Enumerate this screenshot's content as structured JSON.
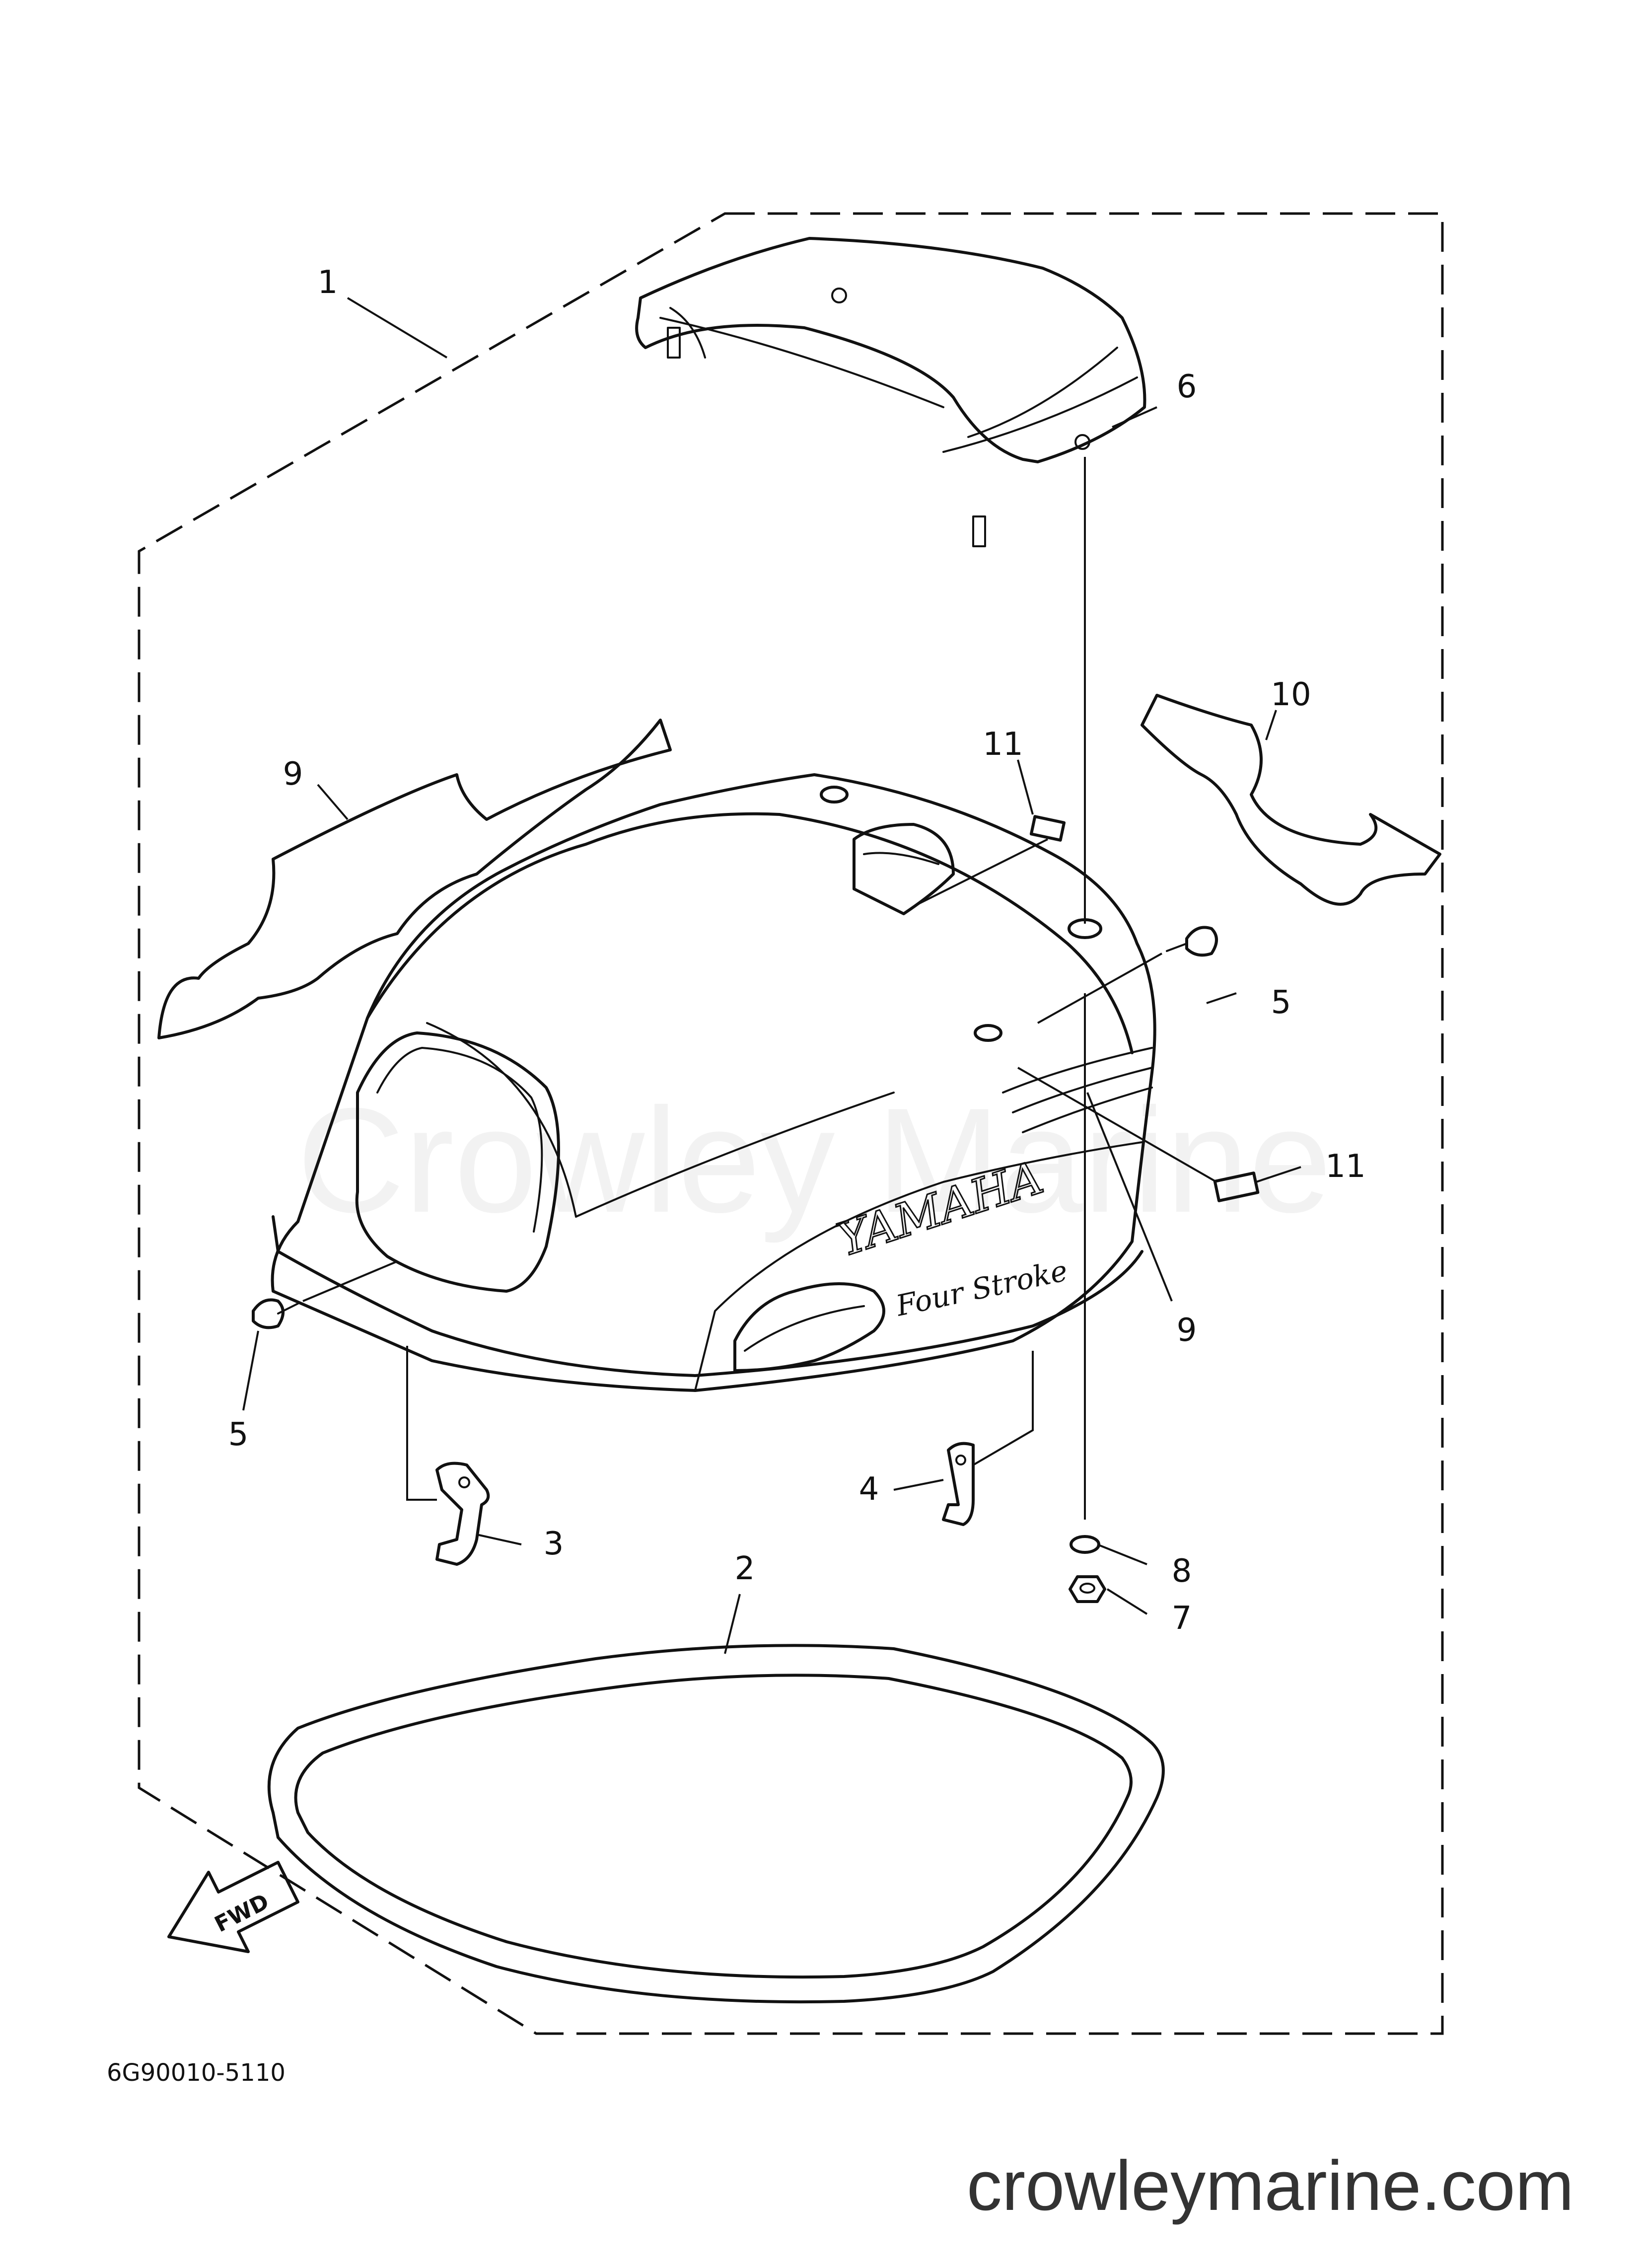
{
  "diagram": {
    "part_code": "6G90010-5110",
    "brand_on_cowling": "YAMAHA",
    "model_on_cowling": "Four Stroke",
    "direction_label": "FWD",
    "watermark": "Crowley Marine",
    "site_url": "crowleymarine.com",
    "callouts": [
      {
        "id": "c1",
        "label": "1"
      },
      {
        "id": "c2",
        "label": "2"
      },
      {
        "id": "c3",
        "label": "3"
      },
      {
        "id": "c4",
        "label": "4"
      },
      {
        "id": "c5a",
        "label": "5"
      },
      {
        "id": "c5b",
        "label": "5"
      },
      {
        "id": "c6",
        "label": "6"
      },
      {
        "id": "c7",
        "label": "7"
      },
      {
        "id": "c8",
        "label": "8"
      },
      {
        "id": "c9a",
        "label": "9"
      },
      {
        "id": "c9b",
        "label": "9"
      },
      {
        "id": "c10",
        "label": "10"
      },
      {
        "id": "c11a",
        "label": "11"
      },
      {
        "id": "c11b",
        "label": "11"
      }
    ]
  }
}
